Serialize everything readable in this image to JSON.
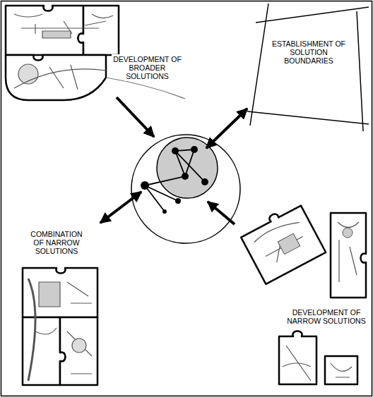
{
  "diagram": {
    "labels": [
      "DEVELOPMENT OF BROADER SOLUTIONS",
      "ESTABLISHMENT OF SOLUTION BOUNDARIES",
      "COMBINATION OF NARROW SOLUTIONS",
      "DEVELOPMENT OF NARROW SOLUTIONS"
    ]
  }
}
